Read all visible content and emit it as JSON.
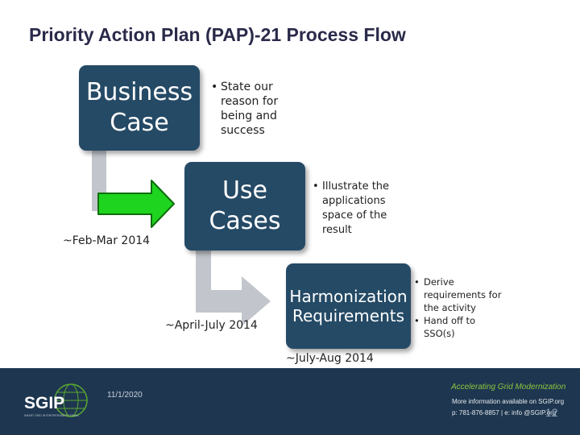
{
  "title": "Priority Action Plan (PAP)-21 Process Flow",
  "steps": [
    {
      "label": "Business\nCase",
      "bullets": [
        "State our reason for being and success"
      ]
    },
    {
      "label": "Use\nCases",
      "bullets": [
        "Illustrate the applications space of the result"
      ]
    },
    {
      "label": "Harmonization\nRequirements",
      "bullets": [
        "Derive requirements for the activity",
        "Hand off to SSO(s)"
      ]
    }
  ],
  "dates": [
    "~Feb-Mar 2014",
    "~April-July 2014",
    "~July-Aug 2014"
  ],
  "colors": {
    "box": "#254a66",
    "connector": "#c2c6cc",
    "arrow": "#1fd41f",
    "footer": "#1e364f",
    "accent": "#8cc63f"
  },
  "footer": {
    "logo_text": "SGIP",
    "logo_subtext": "SMART GRID INTEROPERABILITY PANEL",
    "date": "11/1/2020",
    "tagline": "Accelerating Grid Modernization",
    "info_line1": "More information available on SGIP.org",
    "info_line2": "p: 781-876-8857  |  e: info @SGIP.org",
    "page_number": "12"
  }
}
